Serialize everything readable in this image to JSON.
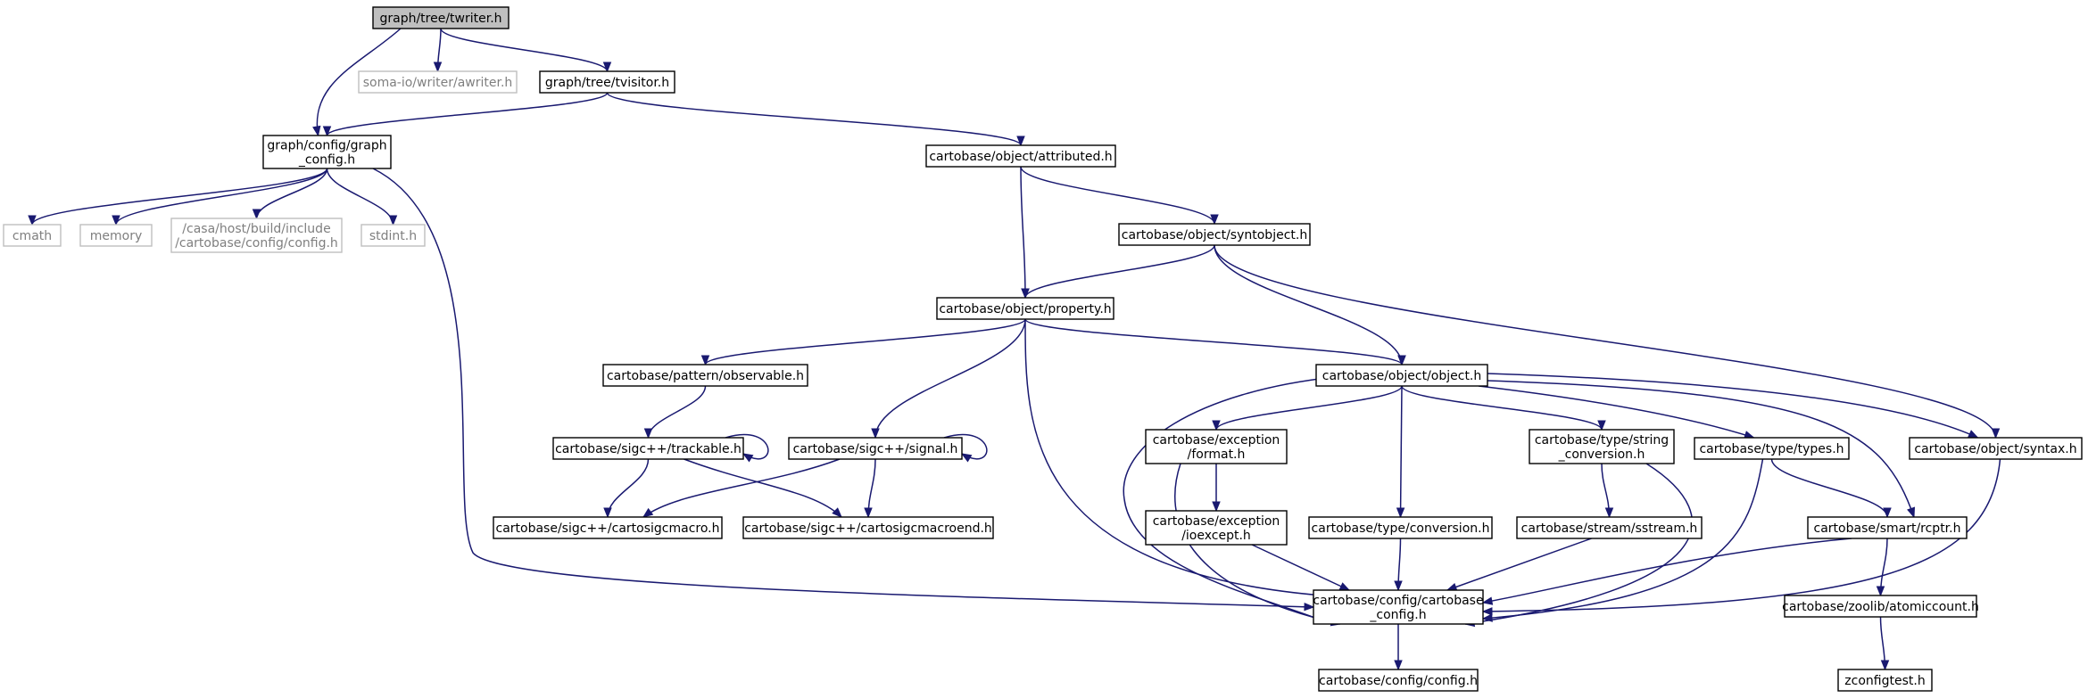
{
  "diagram": {
    "type": "include-dependency-graph",
    "colors": {
      "edge": "#191970",
      "root_fill": "#bfbfbf",
      "node_border": "#000000",
      "external_border": "#bfbfbf",
      "external_text": "#7f7f7f"
    },
    "nodes": [
      {
        "id": "twriter",
        "lines": [
          "graph/tree/twriter.h"
        ],
        "kind": "root"
      },
      {
        "id": "awriter",
        "lines": [
          "soma-io/writer/awriter.h"
        ],
        "kind": "external"
      },
      {
        "id": "tvisitor",
        "lines": [
          "graph/tree/tvisitor.h"
        ],
        "kind": "internal"
      },
      {
        "id": "graph_config",
        "lines": [
          "graph/config/graph",
          "_config.h"
        ],
        "kind": "internal"
      },
      {
        "id": "attributed",
        "lines": [
          "cartobase/object/attributed.h"
        ],
        "kind": "internal"
      },
      {
        "id": "cmath",
        "lines": [
          "cmath"
        ],
        "kind": "external"
      },
      {
        "id": "memory",
        "lines": [
          "memory"
        ],
        "kind": "external"
      },
      {
        "id": "casa_config",
        "lines": [
          "/casa/host/build/include",
          "/cartobase/config/config.h"
        ],
        "kind": "external"
      },
      {
        "id": "stdint",
        "lines": [
          "stdint.h"
        ],
        "kind": "external"
      },
      {
        "id": "syntobject",
        "lines": [
          "cartobase/object/syntobject.h"
        ],
        "kind": "internal"
      },
      {
        "id": "property",
        "lines": [
          "cartobase/object/property.h"
        ],
        "kind": "internal"
      },
      {
        "id": "observable",
        "lines": [
          "cartobase/pattern/observable.h"
        ],
        "kind": "internal"
      },
      {
        "id": "object",
        "lines": [
          "cartobase/object/object.h"
        ],
        "kind": "internal"
      },
      {
        "id": "trackable",
        "lines": [
          "cartobase/sigc++/trackable.h"
        ],
        "kind": "internal"
      },
      {
        "id": "signal",
        "lines": [
          "cartobase/sigc++/signal.h"
        ],
        "kind": "internal"
      },
      {
        "id": "exception_format",
        "lines": [
          "cartobase/exception",
          "/format.h"
        ],
        "kind": "internal"
      },
      {
        "id": "string_conversion",
        "lines": [
          "cartobase/type/string",
          "_conversion.h"
        ],
        "kind": "internal"
      },
      {
        "id": "types",
        "lines": [
          "cartobase/type/types.h"
        ],
        "kind": "internal"
      },
      {
        "id": "syntax",
        "lines": [
          "cartobase/object/syntax.h"
        ],
        "kind": "internal"
      },
      {
        "id": "cartosigcmacro",
        "lines": [
          "cartobase/sigc++/cartosigcmacro.h"
        ],
        "kind": "internal"
      },
      {
        "id": "cartosigcmacroend",
        "lines": [
          "cartobase/sigc++/cartosigcmacroend.h"
        ],
        "kind": "internal"
      },
      {
        "id": "ioexcept",
        "lines": [
          "cartobase/exception",
          "/ioexcept.h"
        ],
        "kind": "internal"
      },
      {
        "id": "type_conversion",
        "lines": [
          "cartobase/type/conversion.h"
        ],
        "kind": "internal"
      },
      {
        "id": "sstream",
        "lines": [
          "cartobase/stream/sstream.h"
        ],
        "kind": "internal"
      },
      {
        "id": "rcptr",
        "lines": [
          "cartobase/smart/rcptr.h"
        ],
        "kind": "internal"
      },
      {
        "id": "cartobase_config",
        "lines": [
          "cartobase/config/cartobase",
          "_config.h"
        ],
        "kind": "internal"
      },
      {
        "id": "atomiccount",
        "lines": [
          "cartobase/zoolib/atomiccount.h"
        ],
        "kind": "internal"
      },
      {
        "id": "config",
        "lines": [
          "cartobase/config/config.h"
        ],
        "kind": "internal"
      },
      {
        "id": "zconfigtest",
        "lines": [
          "zconfigtest.h"
        ],
        "kind": "internal"
      }
    ],
    "edges": [
      [
        "twriter",
        "graph_config"
      ],
      [
        "twriter",
        "awriter"
      ],
      [
        "twriter",
        "tvisitor"
      ],
      [
        "tvisitor",
        "graph_config"
      ],
      [
        "tvisitor",
        "attributed"
      ],
      [
        "graph_config",
        "cmath"
      ],
      [
        "graph_config",
        "memory"
      ],
      [
        "graph_config",
        "casa_config"
      ],
      [
        "graph_config",
        "stdint"
      ],
      [
        "graph_config",
        "cartobase_config"
      ],
      [
        "attributed",
        "property"
      ],
      [
        "attributed",
        "syntobject"
      ],
      [
        "syntobject",
        "property"
      ],
      [
        "syntobject",
        "object"
      ],
      [
        "syntobject",
        "syntax"
      ],
      [
        "property",
        "observable"
      ],
      [
        "property",
        "signal"
      ],
      [
        "property",
        "object"
      ],
      [
        "property",
        "cartobase_config"
      ],
      [
        "observable",
        "trackable"
      ],
      [
        "trackable",
        "trackable"
      ],
      [
        "trackable",
        "cartosigcmacro"
      ],
      [
        "signal",
        "signal"
      ],
      [
        "signal",
        "cartosigcmacro"
      ],
      [
        "signal",
        "cartosigcmacroend"
      ],
      [
        "trackable",
        "cartosigcmacroend"
      ],
      [
        "object",
        "cartobase_config"
      ],
      [
        "object",
        "exception_format"
      ],
      [
        "object",
        "type_conversion"
      ],
      [
        "object",
        "string_conversion"
      ],
      [
        "object",
        "types"
      ],
      [
        "object",
        "rcptr"
      ],
      [
        "object",
        "syntax"
      ],
      [
        "exception_format",
        "ioexcept"
      ],
      [
        "exception_format",
        "cartobase_config"
      ],
      [
        "ioexcept",
        "cartobase_config"
      ],
      [
        "type_conversion",
        "cartobase_config"
      ],
      [
        "string_conversion",
        "sstream"
      ],
      [
        "string_conversion",
        "cartobase_config"
      ],
      [
        "sstream",
        "cartobase_config"
      ],
      [
        "types",
        "rcptr"
      ],
      [
        "types",
        "cartobase_config"
      ],
      [
        "rcptr",
        "cartobase_config"
      ],
      [
        "rcptr",
        "atomiccount"
      ],
      [
        "syntax",
        "cartobase_config"
      ],
      [
        "cartobase_config",
        "config"
      ],
      [
        "atomiccount",
        "zconfigtest"
      ]
    ]
  }
}
